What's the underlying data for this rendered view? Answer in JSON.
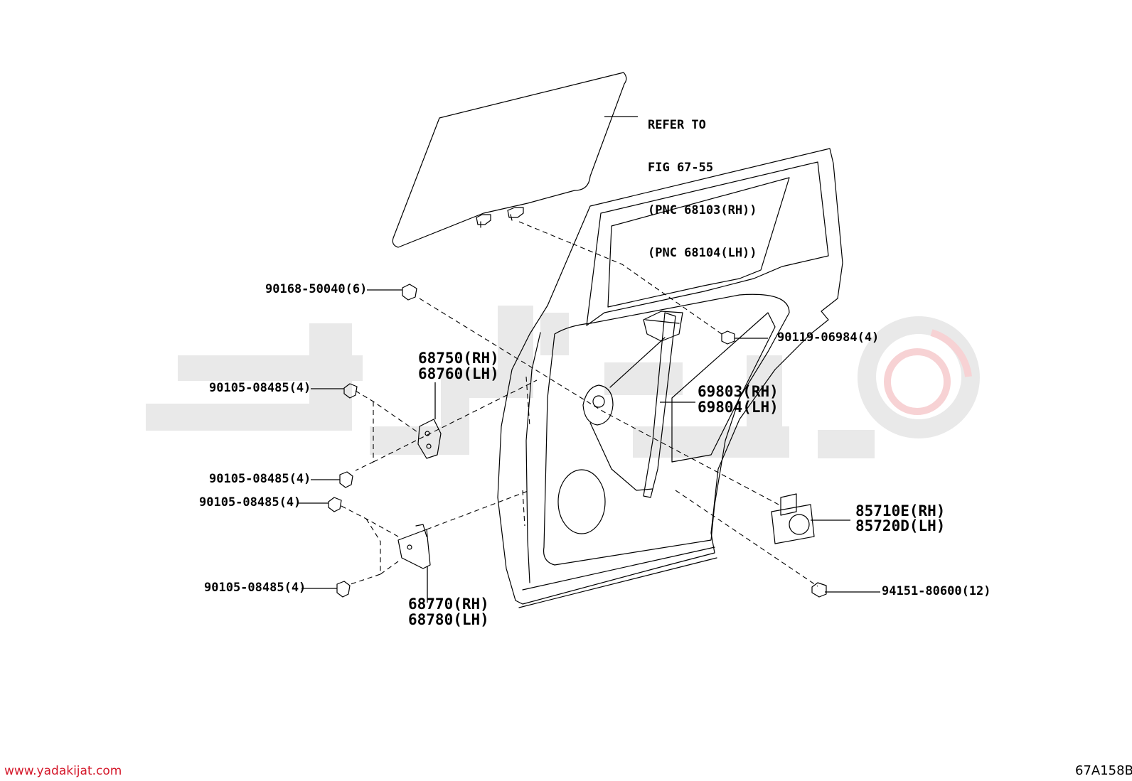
{
  "reference_note": {
    "line1": "REFER TO",
    "line2": "FIG 67-55",
    "line3": "(PNC 68103(RH))",
    "line4": "(PNC 68104(LH))"
  },
  "parts": {
    "bolt_90168": "90168-50040(6)",
    "bolt_90119": "90119-06984(4)",
    "hinge_upper_rh": "68750(RH)",
    "hinge_upper_lh": "68760(LH)",
    "bolt_upper_1": "90105-08485(4)",
    "bolt_upper_2": "90105-08485(4)",
    "bolt_lower_1": "90105-08485(4)",
    "bolt_lower_2": "90105-08485(4)",
    "regulator_rh": "69803(RH)",
    "regulator_lh": "69804(LH)",
    "motor_rh": "85710E(RH)",
    "motor_lh": "85720D(LH)",
    "nut_94151": "94151-80600(12)",
    "hinge_lower_rh": "68770(RH)",
    "hinge_lower_lh": "68780(LH)"
  },
  "footer": {
    "website": "www.yadakijat.com",
    "figure_id": "67A158B"
  },
  "colors": {
    "line": "#000000",
    "watermark": "#e9e9e9",
    "watermark_accent": "#f7d2d4",
    "url": "#d4182a"
  }
}
